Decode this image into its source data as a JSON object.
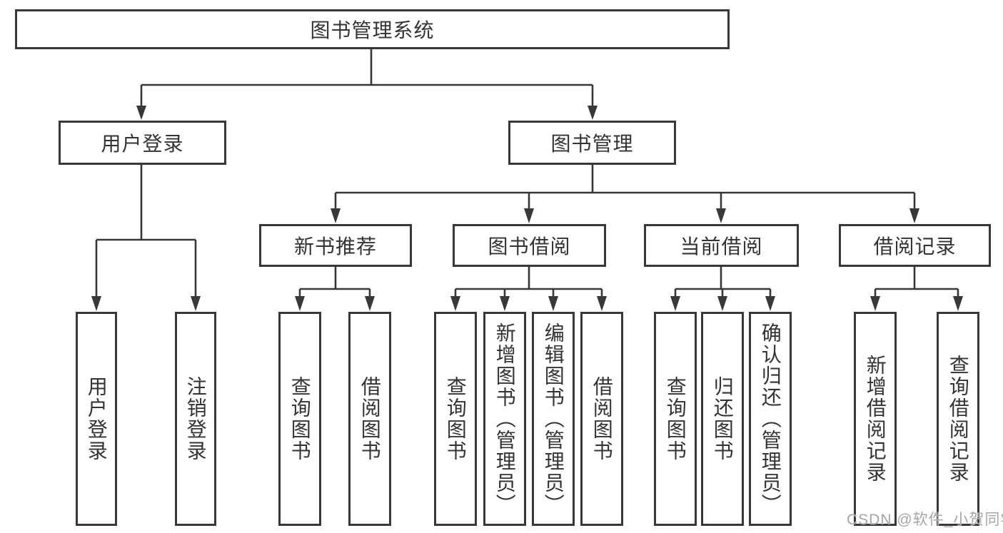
{
  "diagram_type": "hierarchy-tree",
  "colors": {
    "background": "#ffffff",
    "line": "#383838",
    "box_border": "#383838",
    "text": "#333333",
    "watermark": "#a6a6a6"
  },
  "tree": {
    "label": "图书管理系统",
    "children": [
      {
        "label": "用户登录",
        "children": [
          {
            "label": "用户登录"
          },
          {
            "label": "注销登录"
          }
        ]
      },
      {
        "label": "图书管理",
        "children": [
          {
            "label": "新书推荐",
            "children": [
              {
                "label": "查询图书"
              },
              {
                "label": "借阅图书"
              }
            ]
          },
          {
            "label": "图书借阅",
            "children": [
              {
                "label": "查询图书"
              },
              {
                "label": "新增图书（管理员）"
              },
              {
                "label": "编辑图书（管理员）"
              },
              {
                "label": "借阅图书"
              }
            ]
          },
          {
            "label": "当前借阅",
            "children": [
              {
                "label": "查询图书"
              },
              {
                "label": "归还图书"
              },
              {
                "label": "确认归还（管理员）"
              }
            ]
          },
          {
            "label": "借阅记录",
            "children": [
              {
                "label": "新增借阅记录"
              },
              {
                "label": "查询借阅记录"
              }
            ]
          }
        ]
      }
    ]
  },
  "watermark": {
    "text": "CSDN @软件_小贺同学"
  }
}
